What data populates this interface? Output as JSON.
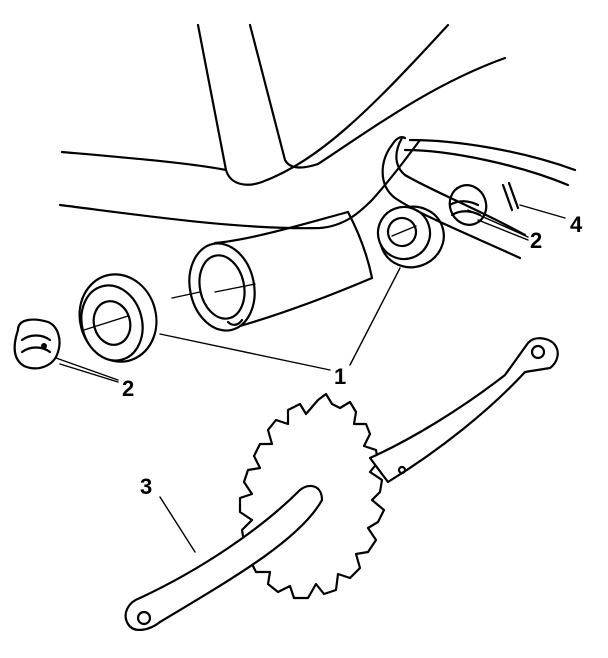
{
  "callouts": {
    "label_1": "1",
    "label_2_left": "2",
    "label_2_right": "2",
    "label_3": "3",
    "label_4": "4"
  }
}
